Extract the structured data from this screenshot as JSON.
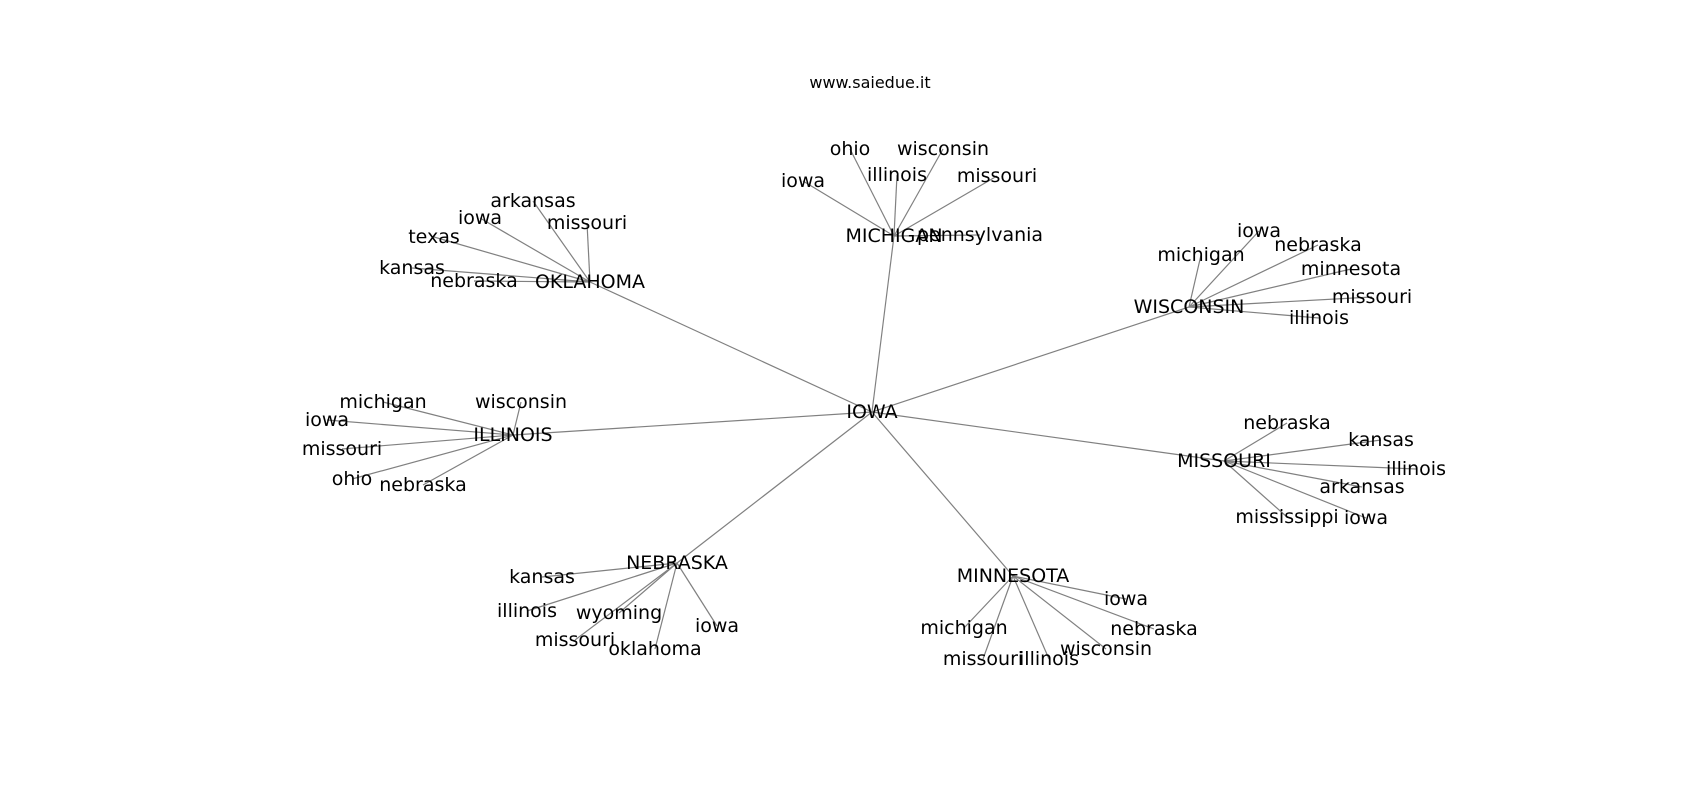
{
  "title": "www.saiedue.it",
  "colors": {
    "edge": "#808080",
    "text": "#000000",
    "background": "#ffffff"
  },
  "center": {
    "id": "iowa_c",
    "label": "IOWA"
  },
  "groups": [
    {
      "id": "oklahoma",
      "label": "OKLAHOMA",
      "children": [
        {
          "id": "ok_arkansas",
          "label": "arkansas"
        },
        {
          "id": "ok_iowa",
          "label": "iowa"
        },
        {
          "id": "ok_missouri",
          "label": "missouri"
        },
        {
          "id": "ok_texas",
          "label": "texas"
        },
        {
          "id": "ok_kansas",
          "label": "kansas"
        },
        {
          "id": "ok_nebraska",
          "label": "nebraska"
        }
      ]
    },
    {
      "id": "michigan",
      "label": "MICHIGAN",
      "children": [
        {
          "id": "mi_ohio",
          "label": "ohio"
        },
        {
          "id": "mi_wisconsin",
          "label": "wisconsin"
        },
        {
          "id": "mi_illinois",
          "label": "illinois"
        },
        {
          "id": "mi_iowa",
          "label": "iowa"
        },
        {
          "id": "mi_missouri",
          "label": "missouri"
        },
        {
          "id": "mi_pennsylvania",
          "label": "pennsylvania"
        }
      ]
    },
    {
      "id": "wisconsin",
      "label": "WISCONSIN",
      "children": [
        {
          "id": "wi_iowa",
          "label": "iowa"
        },
        {
          "id": "wi_michigan",
          "label": "michigan"
        },
        {
          "id": "wi_nebraska",
          "label": "nebraska"
        },
        {
          "id": "wi_minnesota",
          "label": "minnesota"
        },
        {
          "id": "wi_missouri",
          "label": "missouri"
        },
        {
          "id": "wi_illinois",
          "label": "illinois"
        }
      ]
    },
    {
      "id": "illinois",
      "label": "ILLINOIS",
      "children": [
        {
          "id": "il_michigan",
          "label": "michigan"
        },
        {
          "id": "il_wisconsin",
          "label": "wisconsin"
        },
        {
          "id": "il_iowa",
          "label": "iowa"
        },
        {
          "id": "il_missouri",
          "label": "missouri"
        },
        {
          "id": "il_ohio",
          "label": "ohio"
        },
        {
          "id": "il_nebraska",
          "label": "nebraska"
        }
      ]
    },
    {
      "id": "missouri",
      "label": "MISSOURI",
      "children": [
        {
          "id": "mo_nebraska",
          "label": "nebraska"
        },
        {
          "id": "mo_kansas",
          "label": "kansas"
        },
        {
          "id": "mo_illinois",
          "label": "illinois"
        },
        {
          "id": "mo_arkansas",
          "label": "arkansas"
        },
        {
          "id": "mo_mississippi",
          "label": "mississippi"
        },
        {
          "id": "mo_iowa",
          "label": "iowa"
        }
      ]
    },
    {
      "id": "nebraska",
      "label": "NEBRASKA",
      "children": [
        {
          "id": "ne_kansas",
          "label": "kansas"
        },
        {
          "id": "ne_illinois",
          "label": "illinois"
        },
        {
          "id": "ne_wyoming",
          "label": "wyoming"
        },
        {
          "id": "ne_iowa",
          "label": "iowa"
        },
        {
          "id": "ne_missouri",
          "label": "missouri"
        },
        {
          "id": "ne_oklahoma",
          "label": "oklahoma"
        }
      ]
    },
    {
      "id": "minnesota",
      "label": "MINNESOTA",
      "children": [
        {
          "id": "mn_iowa",
          "label": "iowa"
        },
        {
          "id": "mn_michigan",
          "label": "michigan"
        },
        {
          "id": "mn_nebraska",
          "label": "nebraska"
        },
        {
          "id": "mn_wisconsin",
          "label": "wisconsin"
        },
        {
          "id": "mn_missouri",
          "label": "missouri"
        },
        {
          "id": "mn_illinois",
          "label": "illinois"
        }
      ]
    }
  ]
}
